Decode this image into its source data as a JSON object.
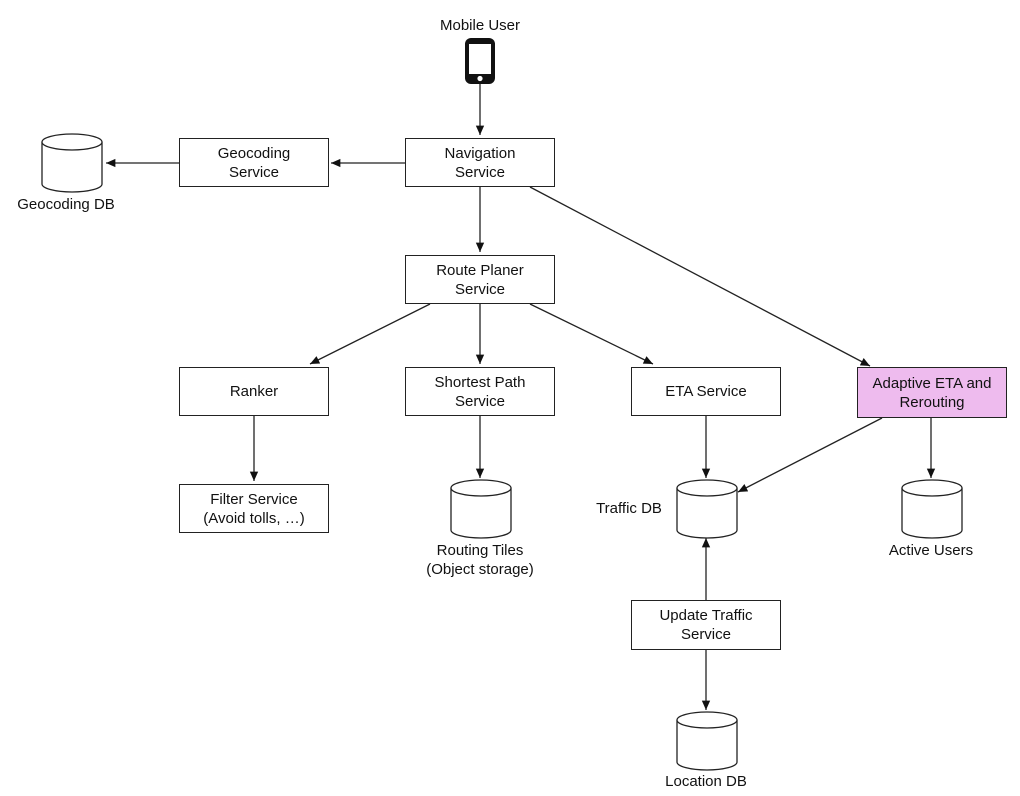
{
  "nodes": {
    "mobile_user": "Mobile User",
    "navigation_service": "Navigation\nService",
    "geocoding_service": "Geocoding\nService",
    "geocoding_db": "Geocoding DB",
    "route_planer_service": "Route Planer\nService",
    "ranker": "Ranker",
    "shortest_path_service": "Shortest Path\nService",
    "eta_service": "ETA Service",
    "adaptive_eta": "Adaptive ETA and\nRerouting",
    "filter_service": "Filter Service\n(Avoid tolls, …)",
    "routing_tiles": "Routing Tiles\n(Object storage)",
    "traffic_db": "Traffic DB",
    "active_users": "Active Users",
    "update_traffic_service": "Update Traffic\nService",
    "location_db": "Location DB"
  },
  "colors": {
    "highlight": "#eebbee",
    "stroke": "#222222"
  },
  "icons": {
    "mobile_user": "mobile-phone-icon",
    "databases": "database-cylinder-icon"
  }
}
